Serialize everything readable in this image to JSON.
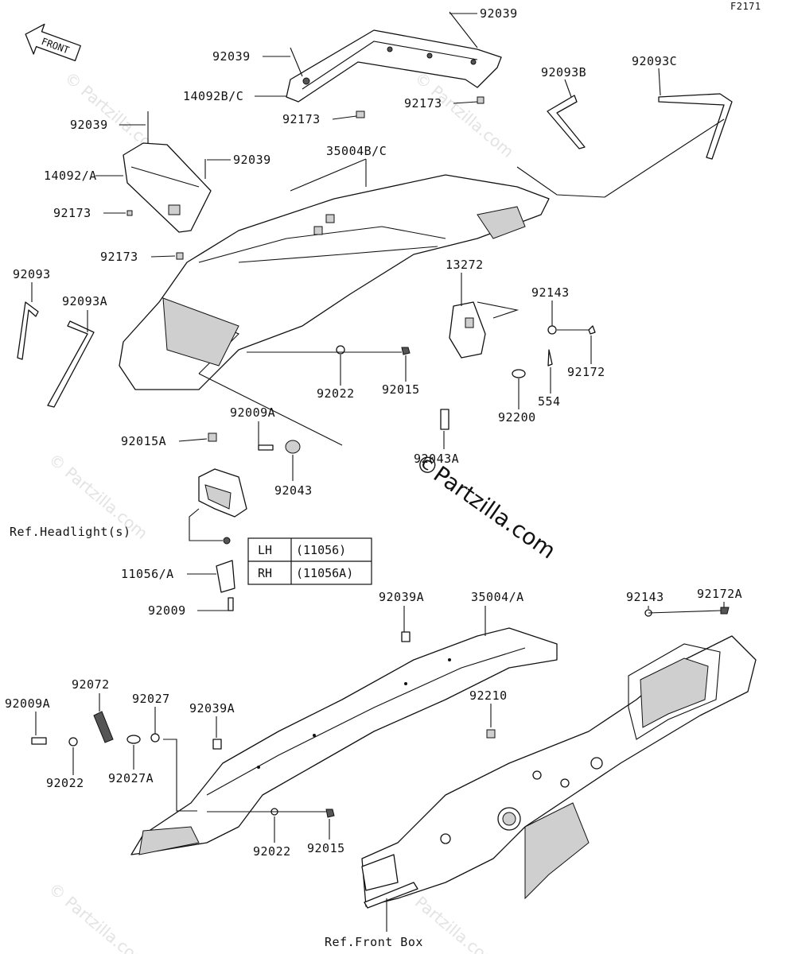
{
  "figure_code": "F2171",
  "front_label": "FRONT",
  "watermark_main": "©Partzilla.com",
  "watermark_small": "© Partzilla.com",
  "callouts": {
    "c92039_top": "92039",
    "c92039_a": "92039",
    "c14092bc": "14092B/C",
    "c92173_a": "92173",
    "c92173_b": "92173",
    "c92093b": "92093B",
    "c92093c": "92093C",
    "c92039_left": "92039",
    "c92039_mid": "92039",
    "c14092a": "14092/A",
    "c35004bc": "35004B/C",
    "c92173_c": "92173",
    "c92173_d": "92173",
    "c13272": "13272",
    "c92093": "92093",
    "c92093a": "92093A",
    "c92143_top": "92143",
    "c92172": "92172",
    "c92022_top": "92022",
    "c92015_top": "92015",
    "c554": "554",
    "c92009a_top": "92009A",
    "c92200": "92200",
    "c92015a": "92015A",
    "c92043": "92043",
    "c92043a": "92043A",
    "ref_headlight": "Ref.Headlight(s)",
    "c11056a": "11056/A",
    "c92009": "92009",
    "c92039a_top": "92039A",
    "c35004a": "35004/A",
    "c92143_bot": "92143",
    "c92172a": "92172A",
    "c92072": "92072",
    "c92027": "92027",
    "c92039a_bot": "92039A",
    "c92210": "92210",
    "c92009a_bot": "92009A",
    "c92022_left": "92022",
    "c92027a": "92027A",
    "c92022_bot": "92022",
    "c92015_bot": "92015",
    "ref_front_box": "Ref.Front Box"
  },
  "side_table": {
    "rows": [
      {
        "side": "LH",
        "part": "(11056)"
      },
      {
        "side": "RH",
        "part": "(11056A)"
      }
    ]
  }
}
